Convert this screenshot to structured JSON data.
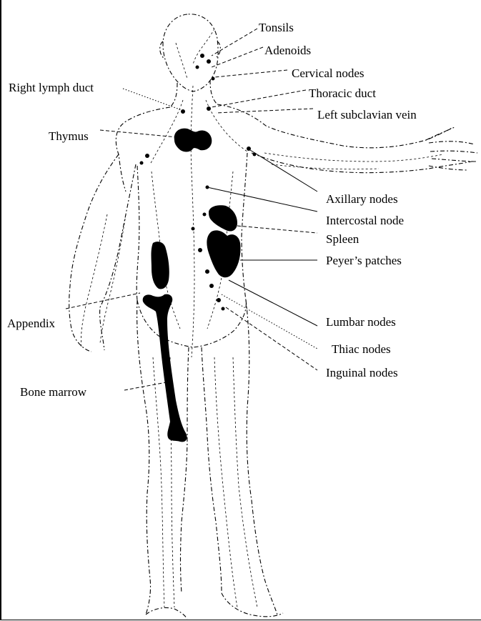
{
  "labels": {
    "tonsils": "Tonsils",
    "adenoids": "Adenoids",
    "cervical_nodes": "Cervical nodes",
    "thoracic_duct": "Thoracic duct",
    "left_subclavian_vein": "Left subclavian vein",
    "right_lymph_duct": "Right lymph duct",
    "thymus": "Thymus",
    "axillary_nodes": "Axillary nodes",
    "intercostal_node": "Intercostal node",
    "spleen": "Spleen",
    "peyers_patches": "Peyer’s patches",
    "appendix": "Appendix",
    "lumbar_nodes": "Lumbar nodes",
    "thiac_nodes": "Thiac nodes",
    "inguinal_nodes": "Inguinal nodes",
    "bone_marrow": "Bone marrow"
  },
  "colors": {
    "ink": "#000000",
    "background": "#ffffff"
  }
}
